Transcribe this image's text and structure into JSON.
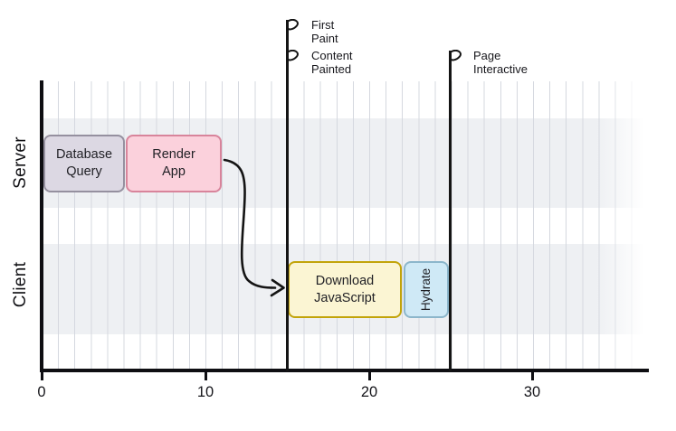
{
  "chart_data": {
    "type": "bar",
    "subtype": "horizontal-gantt-timeline",
    "title": "",
    "rows": [
      "Server",
      "Client"
    ],
    "x_axis": {
      "ticks": [
        "0",
        "10",
        "20",
        "30"
      ],
      "tick_values": [
        0,
        10,
        20,
        30
      ],
      "xlim": [
        0,
        37
      ],
      "minor_grid_step": 1
    },
    "tasks": [
      {
        "row": "Server",
        "label": "Database Query",
        "display": "Database\nQuery",
        "start": 0,
        "end": 5,
        "fill": "#dcd8e3",
        "border": "#95909f"
      },
      {
        "row": "Server",
        "label": "Render App",
        "display": "Render\nApp",
        "start": 5,
        "end": 11,
        "fill": "#fbd1dc",
        "border": "#d8849b"
      },
      {
        "row": "Client",
        "label": "Download JavaScript",
        "display": "Download\nJavaScript",
        "start": 15,
        "end": 22,
        "fill": "#fbf5d3",
        "border": "#c2a40a"
      },
      {
        "row": "Client",
        "label": "Hydrate",
        "display": "Hydrate",
        "start": 22,
        "end": 25,
        "fill": "#cfe9f6",
        "border": "#8cb6cb"
      }
    ],
    "milestones": [
      {
        "label": "First Paint",
        "display": "First\nPaint",
        "time": 15
      },
      {
        "label": "Content Painted",
        "display": "Content\nPainted",
        "time": 15
      },
      {
        "label": "Page Interactive",
        "display": "Page\nInteractive",
        "time": 25
      }
    ],
    "annotations": [
      {
        "type": "arrow",
        "from_task": "Render App",
        "to_task": "Download JavaScript"
      }
    ],
    "legend": null,
    "grid": "vertical-minor-lines",
    "colors": {
      "band": "#eef0f3",
      "gridline": "#d5d8df",
      "axis": "#0e0e12",
      "flag": "#141414",
      "text": "#17171c"
    }
  }
}
